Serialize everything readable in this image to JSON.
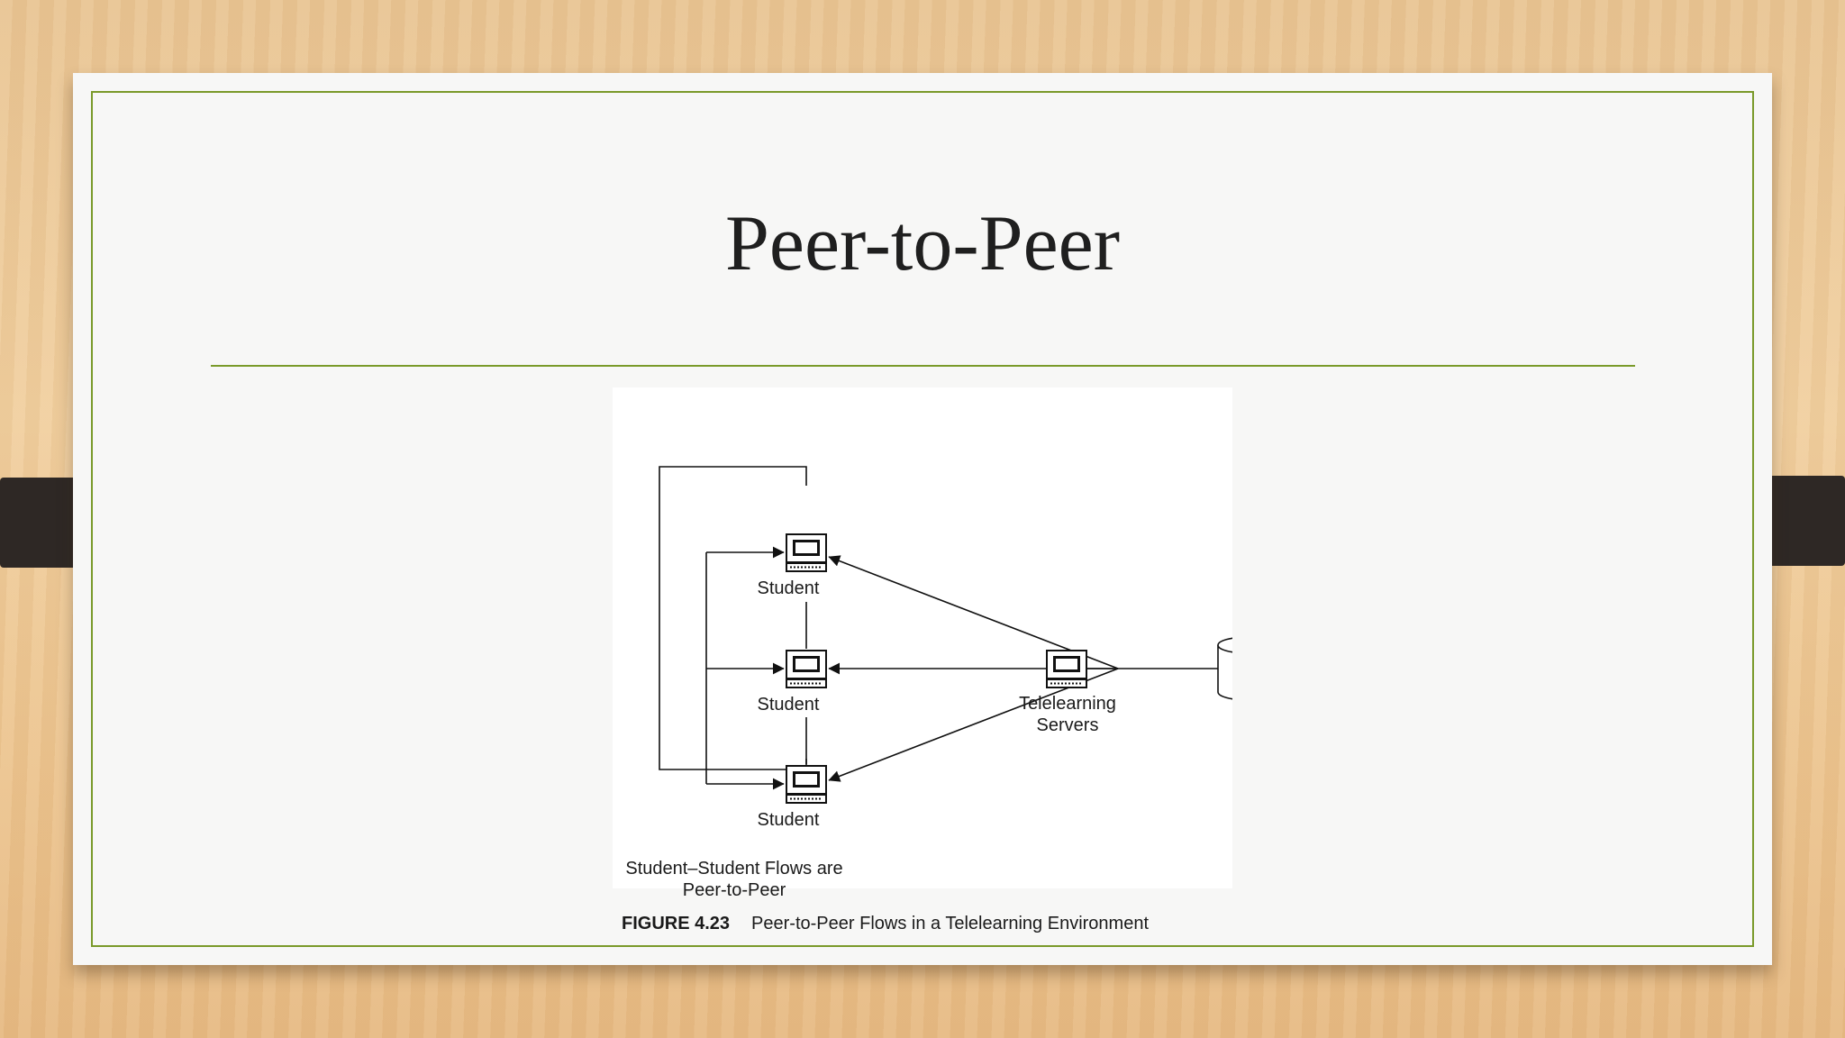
{
  "slide": {
    "title": "Peer-to-Peer",
    "accent_color": "#7a9a2a"
  },
  "figure": {
    "nodes": {
      "student_top": "Student",
      "student_mid": "Student",
      "student_bottom": "Student",
      "server": "Telelearning Servers",
      "database_icon": "database-icon",
      "computer_icon": "computer-icon"
    },
    "flows_note": "Student–Student Flows are Peer-to-Peer",
    "caption": {
      "number": "FIGURE 4.23",
      "text": "Peer-to-Peer Flows in a Telelearning Environment"
    }
  }
}
